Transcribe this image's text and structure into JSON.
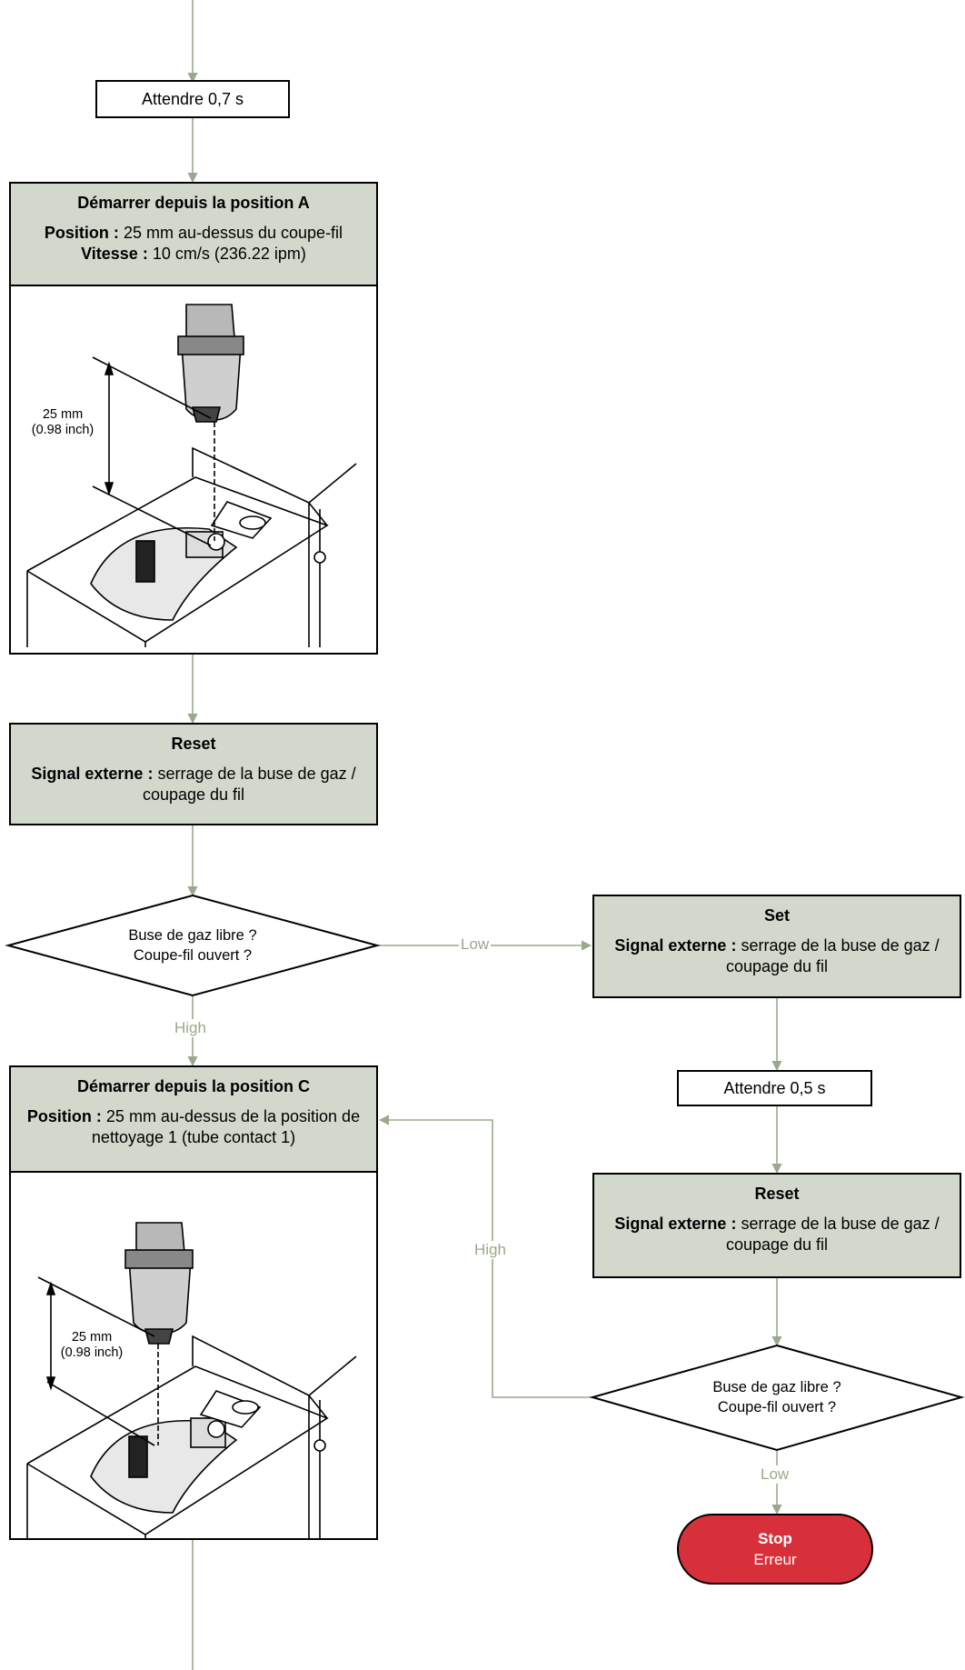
{
  "colors": {
    "connector": "#9aa88c",
    "process_fill": "#d2d9cc",
    "stop_fill": "#d8303a"
  },
  "wait1": "Attendre 0,7 s",
  "startA": {
    "title": "Démarrer depuis la position A",
    "pos_label": "Position :",
    "pos_text": "25 mm au-dessus du coupe-fil",
    "speed_label": "Vitesse :",
    "speed_text": "10 cm/s (236.22 ipm)",
    "dim_mm": "25 mm",
    "dim_inch": "(0.98 inch)"
  },
  "reset1": {
    "title": "Reset",
    "sig_label": "Signal externe :",
    "sig_text": "serrage de la buse de gaz / coupage du fil"
  },
  "decision1": {
    "line1": "Buse de gaz libre ?",
    "line2": "Coupe-fil ouvert ?"
  },
  "edge_low1": "Low",
  "edge_high1": "High",
  "set": {
    "title": "Set",
    "sig_label": "Signal externe :",
    "sig_text": "serrage de la buse de gaz / coupage du fil"
  },
  "wait2": "Attendre 0,5 s",
  "reset2": {
    "title": "Reset",
    "sig_label": "Signal externe :",
    "sig_text": "serrage de la buse de gaz / coupage du fil"
  },
  "decision2": {
    "line1": "Buse de gaz libre ?",
    "line2": "Coupe-fil ouvert ?"
  },
  "edge_high2": "High",
  "edge_low2": "Low",
  "stop": {
    "line1": "Stop",
    "line2": "Erreur"
  },
  "startC": {
    "title": "Démarrer depuis la position C",
    "pos_label": "Position :",
    "pos_text": "25 mm au-dessus de la position de nettoyage 1 (tube contact 1)",
    "dim_mm": "25 mm",
    "dim_inch": "(0.98 inch)"
  }
}
